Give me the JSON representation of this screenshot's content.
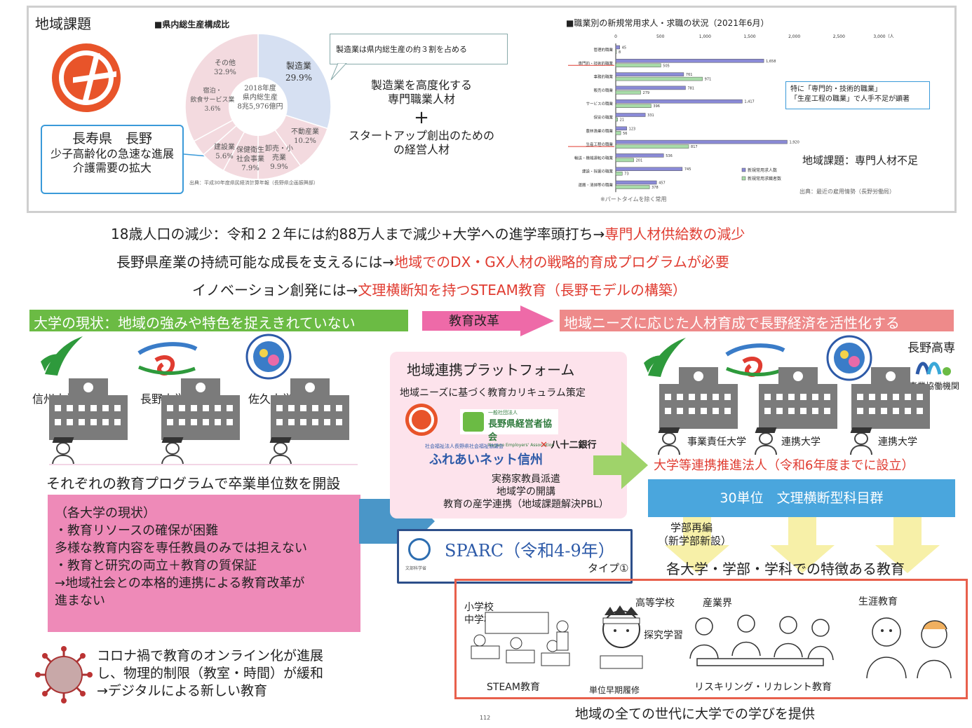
{
  "top_panel": {
    "title": "地域課題",
    "nagano_box": {
      "line1": "長寿県　長野",
      "line2": "少子高齢化の急速な進展",
      "line3": "介護需要の拡大"
    },
    "pie": {
      "title": "■県内総生産構成比",
      "center": [
        "2018年度",
        "県内総生産",
        "8兆5,976億円"
      ],
      "labels": {
        "manufacturing": [
          "製造業",
          "29.9%"
        ],
        "realestate": [
          "不動産業",
          "10.2%"
        ],
        "wholesale": [
          "卸売・小",
          "売業",
          "9.9%"
        ],
        "health": [
          "保健衛生",
          "社会事業",
          "7.9%"
        ],
        "construction": [
          "建設業",
          "5.6%"
        ],
        "lodging": [
          "宿泊・",
          "飲食サービス業",
          "3.6%"
        ],
        "other": [
          "その他",
          "32.9%"
        ]
      },
      "source": "出典：平成30年度県民経済計算年報（長野県企画振興部）"
    },
    "chart_data": [
      {
        "type": "pie",
        "title": "■県内総生産構成比",
        "categories": [
          "製造業",
          "不動産業",
          "卸売・小売業",
          "保健衛生・社会事業",
          "建設業",
          "宿泊・飲食サービス業",
          "その他"
        ],
        "values": [
          29.9,
          10.2,
          9.9,
          7.9,
          5.6,
          3.6,
          32.9
        ],
        "colors": [
          "#d6e0f2",
          "#f3dadf",
          "#f3dadf",
          "#f3dadf",
          "#f3dadf",
          "#f3dadf",
          "#f3dadf"
        ]
      },
      {
        "type": "bar",
        "orientation": "horizontal",
        "title": "■職業別の新規常用求人・求職の状況（2021年6月）",
        "categories": [
          "管理的職業",
          "専門的・技術的職業",
          "事務的職業",
          "販売の職業",
          "サービスの職業",
          "保安の職業",
          "農林漁業の職業",
          "生産工程の職業",
          "輸送・機械運転の職業",
          "建設・採掘の職業",
          "運搬・清掃等の職業"
        ],
        "series": [
          {
            "name": "新規常用求人数",
            "color": "#8a8ad6",
            "values": [
              45,
              1658,
              761,
              781,
              1417,
              331,
              123,
              1920,
              536,
              745,
              457
            ]
          },
          {
            "name": "新規常用求職者数",
            "color": "#a8dca8",
            "values": [
              8,
              505,
              971,
              279,
              396,
              21,
              56,
              817,
              201,
              73,
              378
            ]
          }
        ],
        "xticks": [
          "0",
          "500",
          "1,000",
          "1,500",
          "2,000",
          "2,500",
          "3,000（人"
        ],
        "xlim": [
          0,
          3000
        ],
        "legend": "bottom-right",
        "footnote": "※パートタイムを除く常用",
        "source": "出典：最近の雇用情勢（長野労働局）"
      }
    ],
    "callout": "製造業は県内総生産の約３割を占める",
    "mid": {
      "line1": "製造業を高度化する",
      "line2": "専門職業人材",
      "plus": "+",
      "line3": "スタートアップ創出のための",
      "line4": "の経営人材"
    },
    "bar_note": {
      "line1": "特に「専門的・技術的職業」",
      "line2": "「生産工程の職業」で人手不足が顕著"
    },
    "bar_conclusion": "地域課題：専門人材不足"
  },
  "lines": {
    "l1a": "18歳人口の減少：令和２２年には約88万人まで減少+大学への進学率頭打ち→",
    "l1b": "専門人材供給数の減少",
    "l2a": "長野県産業の持続可能な成長を支えるには→",
    "l2b": "地域でのDX・GX人材の戦略的育成プログラムが必要",
    "l3a": "イノベーション創発には→",
    "l3b": "文理横断知を持つSTEAM教育（長野モデルの構築）"
  },
  "banners": {
    "left": "大学の現状：地域の強みや特色を捉えきれていない",
    "arrow": "教育改革",
    "right": "地域ニーズに応じた人材育成で長野経済を活性化する"
  },
  "universities": {
    "shinshu": "信州大学",
    "nagano": "長野大学",
    "saku": "佐久大学",
    "caption": "それぞれの教育プログラムで卒業単位数を開設"
  },
  "platform": {
    "title": "地域連携プラットフォーム",
    "sub": "地域ニーズに基づく教育カリキュラム策定",
    "org1_small": "一般社団法人",
    "org1": "長野県経営者協会",
    "org1_en": "Nagano Employers' Association",
    "org2_small": "社会福祉法人長野県社会福祉協議会",
    "org2": "ふれあいネット信州",
    "org3": "八十二銀行",
    "l1": "実務家教員派遣",
    "l2": "地域学の開講",
    "l3": "教育の産学連携（地域課題解決PBL）"
  },
  "sparc": {
    "title": "SPARC（令和4-9年）",
    "type": "タイプ①",
    "logo_text": "文部科学省"
  },
  "pink_box": [
    "（各大学の現状）",
    "・教育リソースの確保が困難",
    "多様な教育内容を専任教員のみでは担えない",
    "・教育と研究の両立＋教育の質保証",
    "→地域社会との本格的連携による教育改革が",
    "進まない"
  ],
  "covid": [
    "コロナ禍で教育のオンライン化が進展",
    "し、物理的制限（教室・時間）が緩和",
    "→デジタルによる新しい教育"
  ],
  "right_side": {
    "kosen": "長野高専",
    "kosen_sub": "事業協働機関",
    "role1": "事業責任大学",
    "role2": "連携大学",
    "role3": "連携大学",
    "corp": "大学等連携推進法人（令和6年度までに設立）",
    "units": "30単位　文理横断型科目群",
    "reorg1": "学部再編",
    "reorg2": "（新学部新設）",
    "feature": "各大学・学部・学科での特徴ある教育"
  },
  "bottom": {
    "elem": "小学校",
    "junior": "中学校",
    "steam": "STEAM教育",
    "high": "高等学校",
    "inquiry": "探究学習",
    "early": "単位早期履修",
    "industry": "産業界",
    "reskill": "リスキリング・リカレント教育",
    "lifelong": "生涯教育",
    "caption": "地域の全ての世代に大学での学びを提供",
    "page": "112"
  }
}
